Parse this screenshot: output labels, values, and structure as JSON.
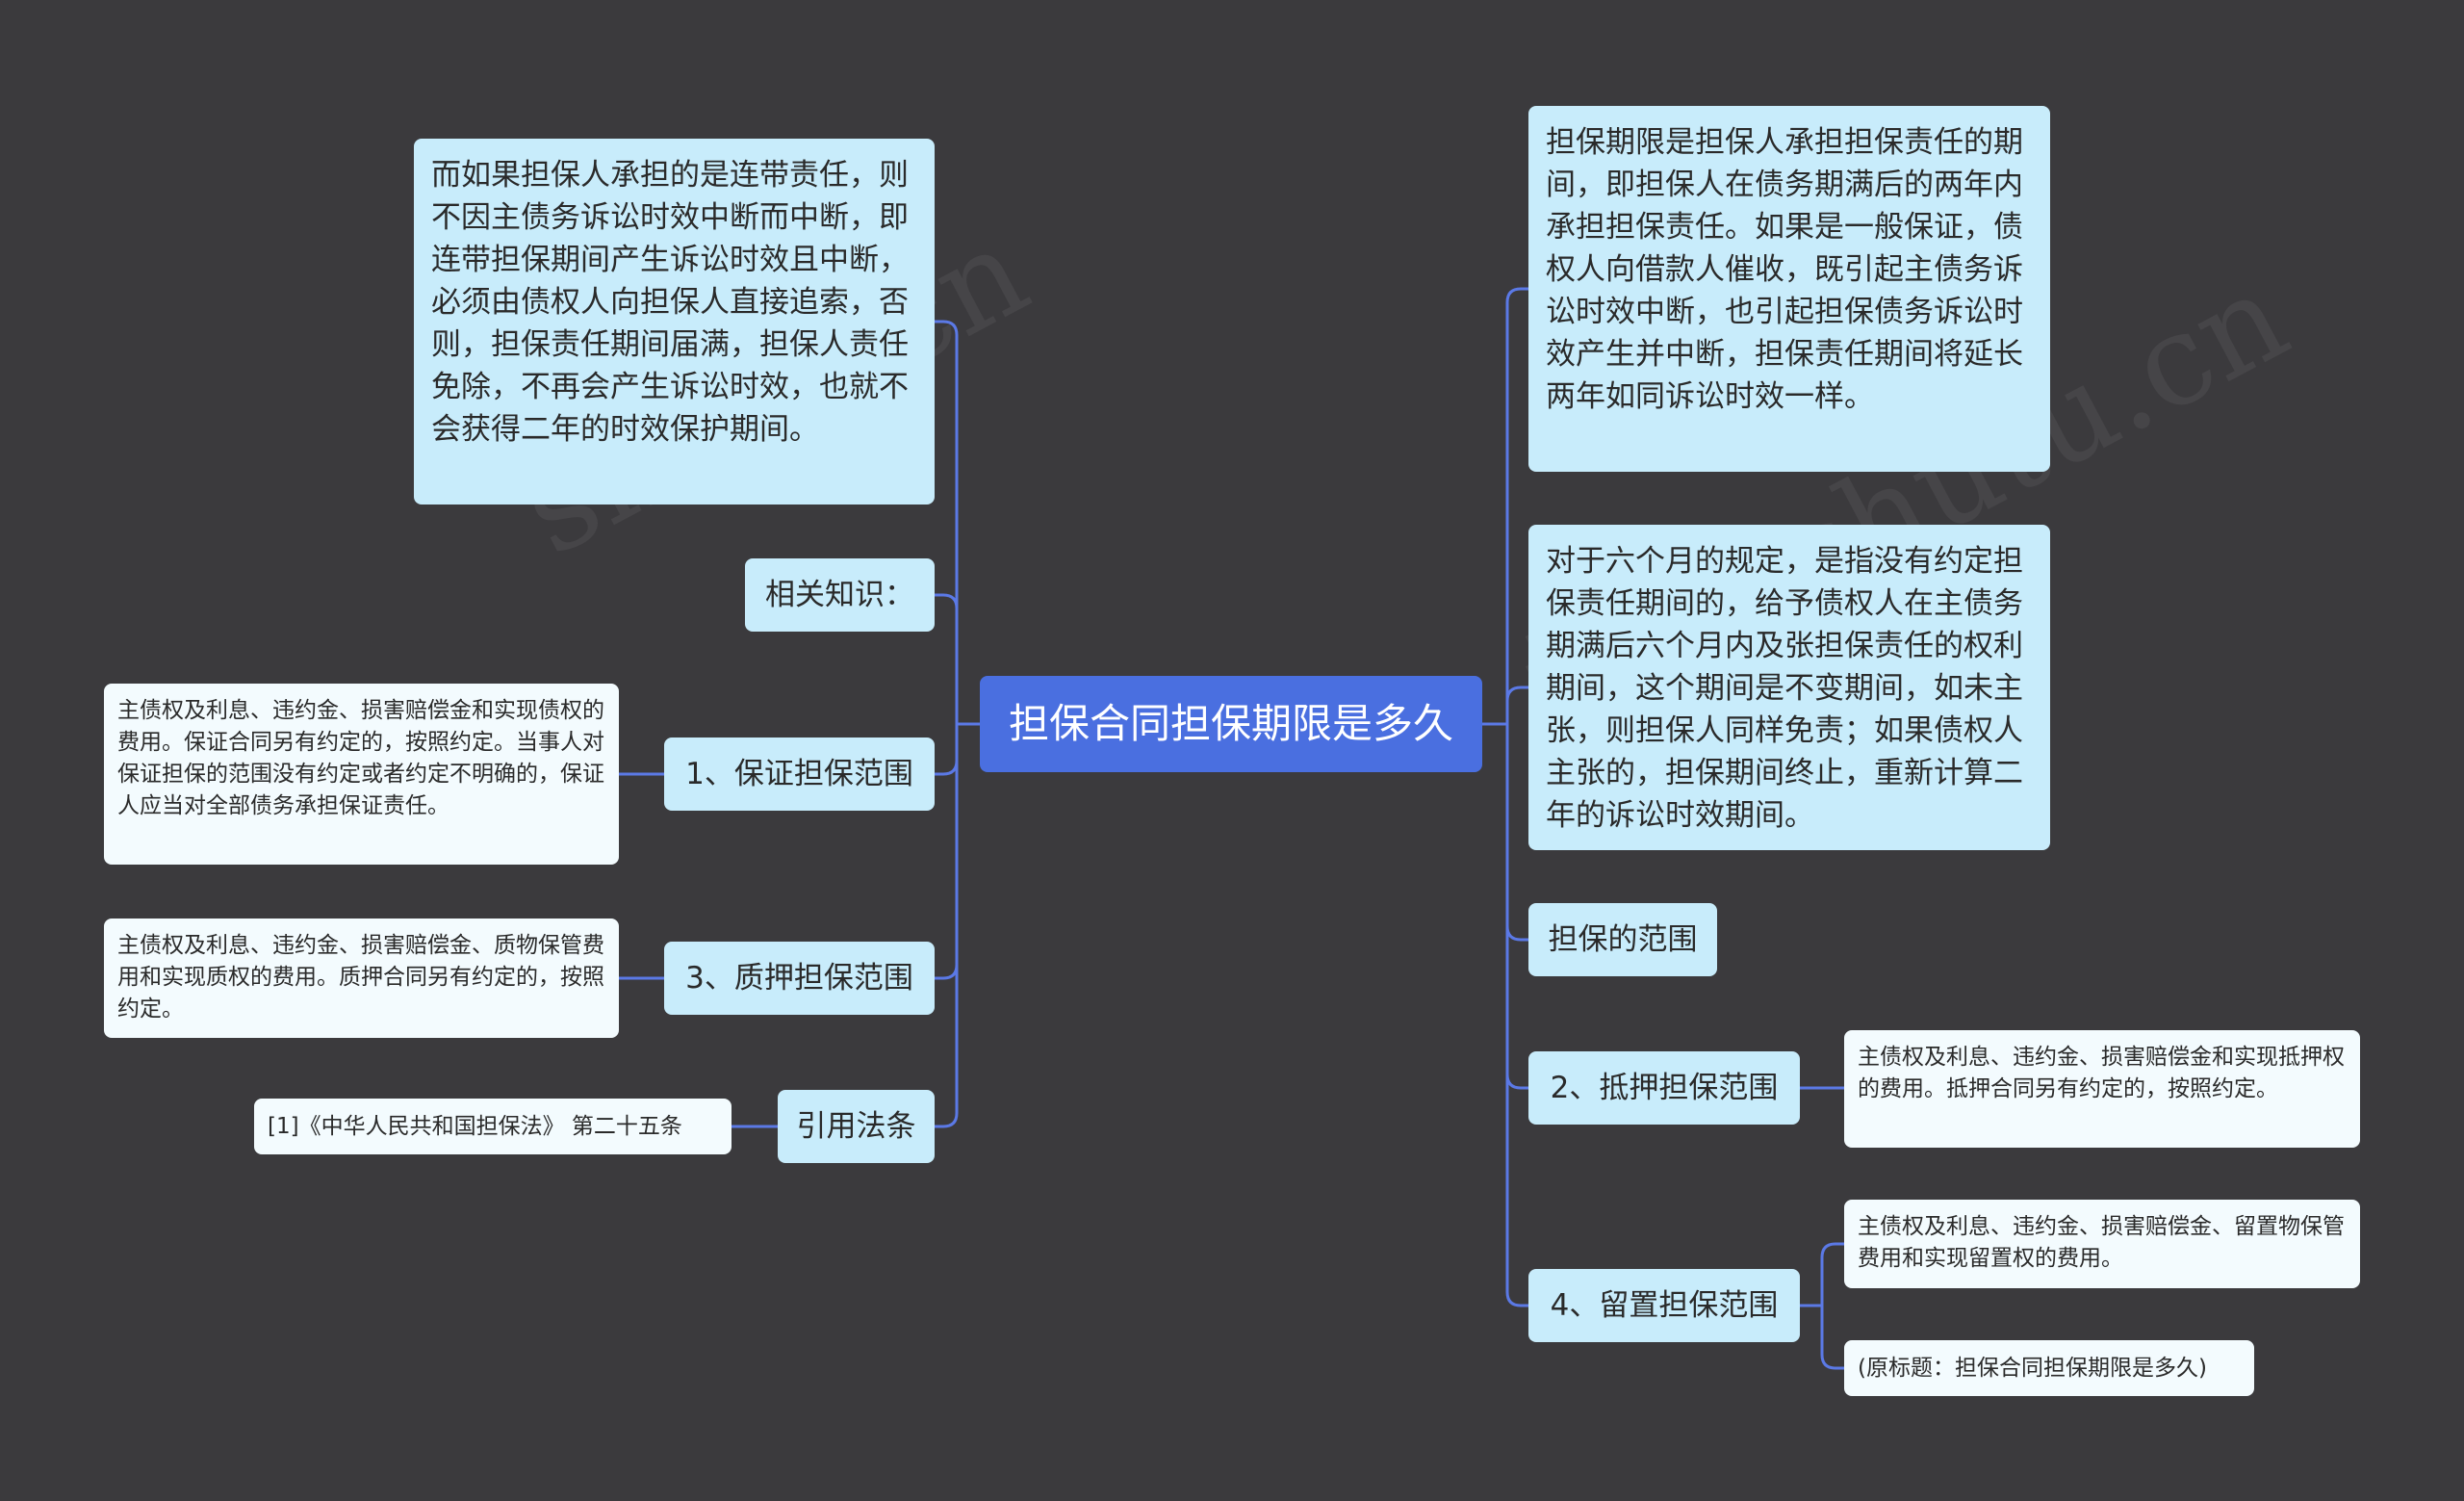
{
  "colors": {
    "background": "#3b3a3d",
    "center": "#4a6fe0",
    "subtopic": "#c8ecfb",
    "leaf": "#f3fbfe",
    "connector": "#5b79e6"
  },
  "center": {
    "title": "担保合同担保期限是多久"
  },
  "right": {
    "r1": "担保期限是担保人承担担保责任的期间，即担保人在债务期满后的两年内承担担保责任。如果是一般保证，债权人向借款人催收，既引起主债务诉讼时效中断，也引起担保债务诉讼时效产生并中断，担保责任期间将延长两年如同诉讼时效一样。",
    "r2": "对于六个月的规定，是指没有约定担保责任期间的，给予债权人在主债务期满后六个月内及张担保责任的权利期间，这个期间是不变期间，如未主张，则担保人同样免责；如果债权人主张的，担保期间终止，重新计算二年的诉讼时效期间。",
    "r3": "担保的范围",
    "r4": "2、抵押担保范围",
    "r4_leaf": "主债权及利息、违约金、损害赔偿金和实现抵押权的费用。抵押合同另有约定的，按照约定。",
    "r5": "4、留置担保范围",
    "r5_leaf1": "主债权及利息、违约金、损害赔偿金、留置物保管费用和实现留置权的费用。",
    "r5_leaf2": "(原标题：担保合同担保期限是多久)"
  },
  "left": {
    "l1": "而如果担保人承担的是连带责任，则不因主债务诉讼时效中断而中断，即连带担保期间产生诉讼时效且中断，必须由债权人向担保人直接追索，否则，担保责任期间届满，担保人责任免除，不再会产生诉讼时效，也就不会获得二年的时效保护期间。",
    "l2": "相关知识：",
    "l3": "1、保证担保范围",
    "l3_leaf": "主债权及利息、违约金、损害赔偿金和实现债权的费用。保证合同另有约定的，按照约定。当事人对保证担保的范围没有约定或者约定不明确的，保证人应当对全部债务承担保证责任。",
    "l4": "3、质押担保范围",
    "l4_leaf": "主债权及利息、违约金、损害赔偿金、质物保管费用和实现质权的费用。质押合同另有约定的，按照约定。",
    "l5": "引用法条",
    "l5_leaf": "[1]《中华人民共和国担保法》 第二十五条"
  },
  "watermarks": [
    "shutu.cn",
    "树图 shutu.cn"
  ]
}
